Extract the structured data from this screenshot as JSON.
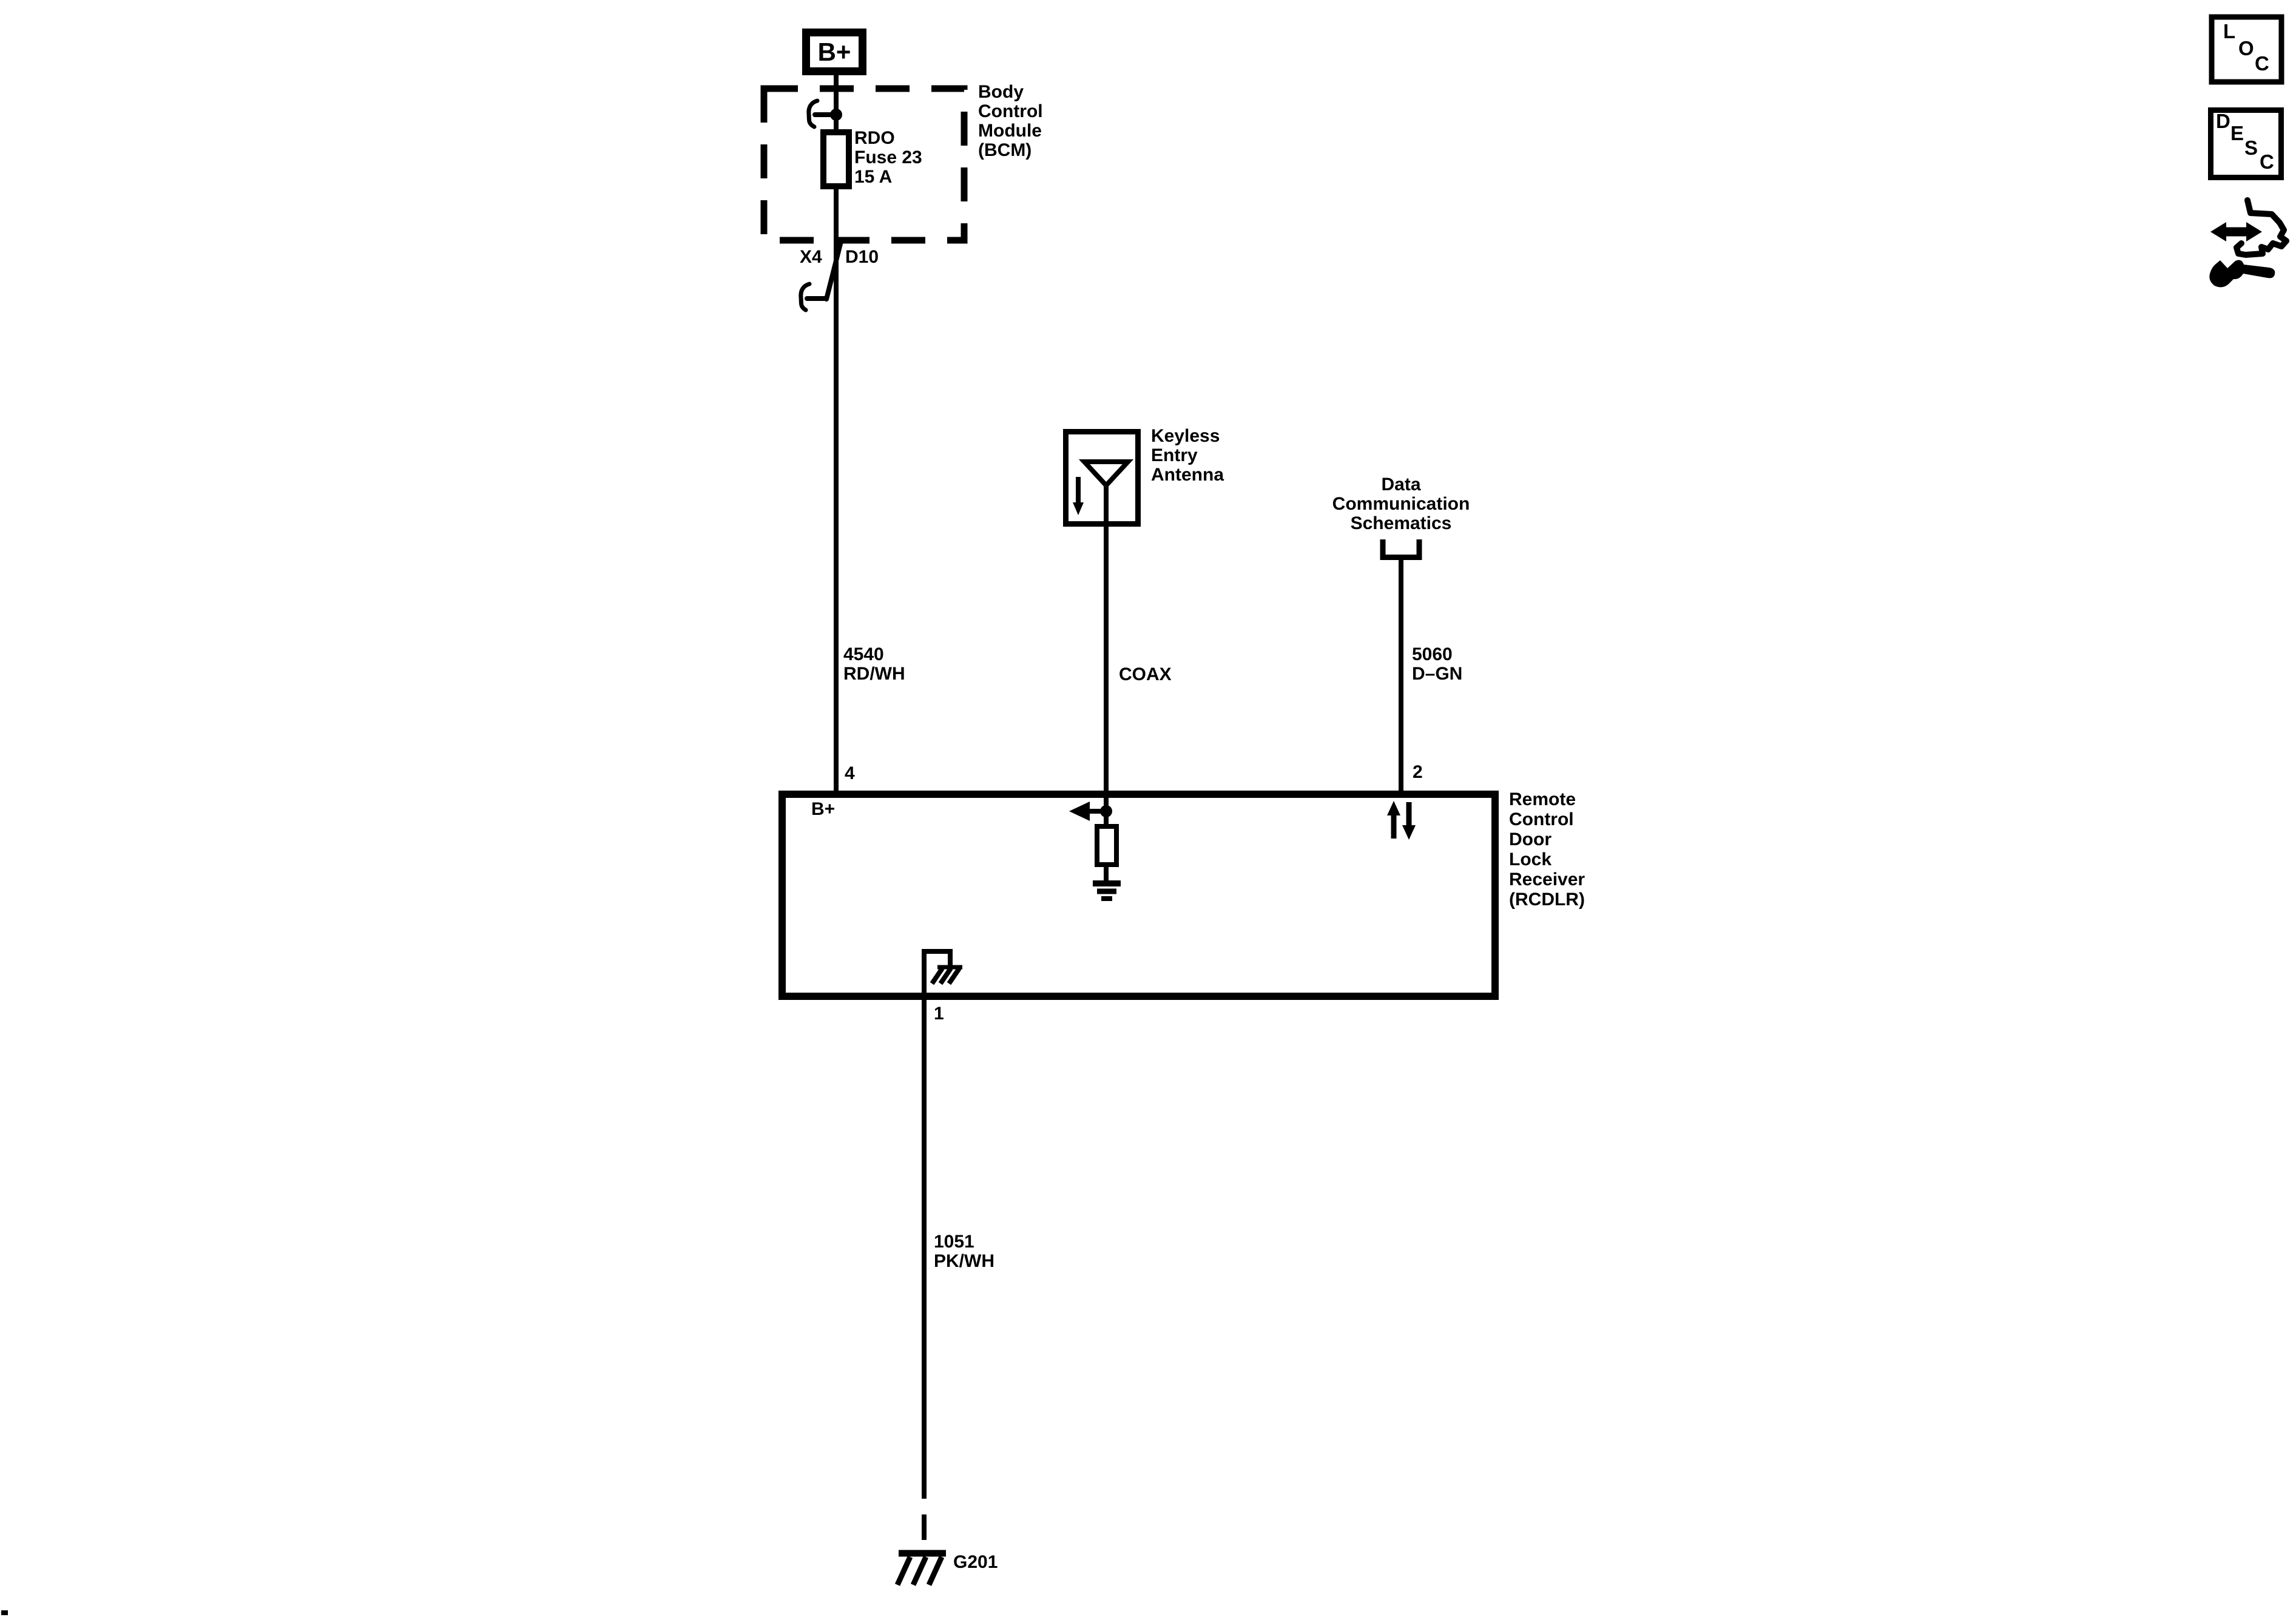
{
  "colors": {
    "ink": "#000000",
    "paper": "#ffffff"
  },
  "power": {
    "source_label": "B+"
  },
  "bcm": {
    "module_label": "Body\nControl\nModule\n(BCM)",
    "fuse_label": "RDO\nFuse 23\n15 A",
    "connector_label": "X4",
    "terminal_label": "D10"
  },
  "antenna": {
    "label": "Keyless\nEntry\nAntenna"
  },
  "data_comm": {
    "label": "Data\nCommunication\nSchematics"
  },
  "wires": {
    "battery_feed": "4540\nRD/WH",
    "coax": "COAX",
    "serial_data": "5060\nD–GN",
    "ground": "1051\nPK/WH"
  },
  "rcdlr": {
    "label": "Remote\nControl\nDoor\nLock\nReceiver\n(RCDLR)",
    "pin_battery": "4",
    "pin_serial": "2",
    "pin_ground": "1",
    "internal_b_plus": "B+"
  },
  "grounds": {
    "g201": "G201"
  },
  "nav": {
    "loc": [
      "L",
      "O",
      "C"
    ],
    "desc": [
      "D",
      "E",
      "S",
      "C"
    ]
  }
}
